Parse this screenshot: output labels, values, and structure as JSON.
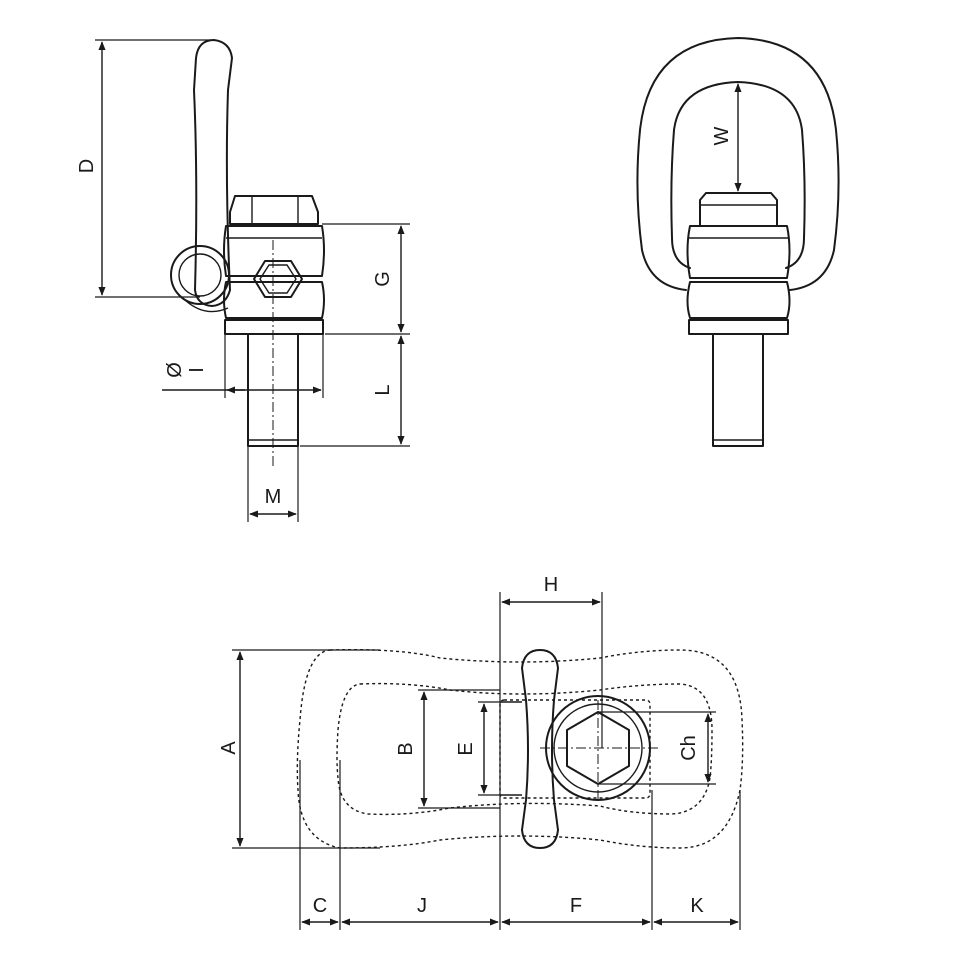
{
  "labels": {
    "D": "D",
    "G": "G",
    "L": "L",
    "I": "I",
    "dia": "Ø",
    "M": "M",
    "W": "W",
    "H": "H",
    "A": "A",
    "B": "B",
    "E": "E",
    "Ch": "Ch",
    "C": "C",
    "J": "J",
    "F": "F",
    "K": "K"
  }
}
